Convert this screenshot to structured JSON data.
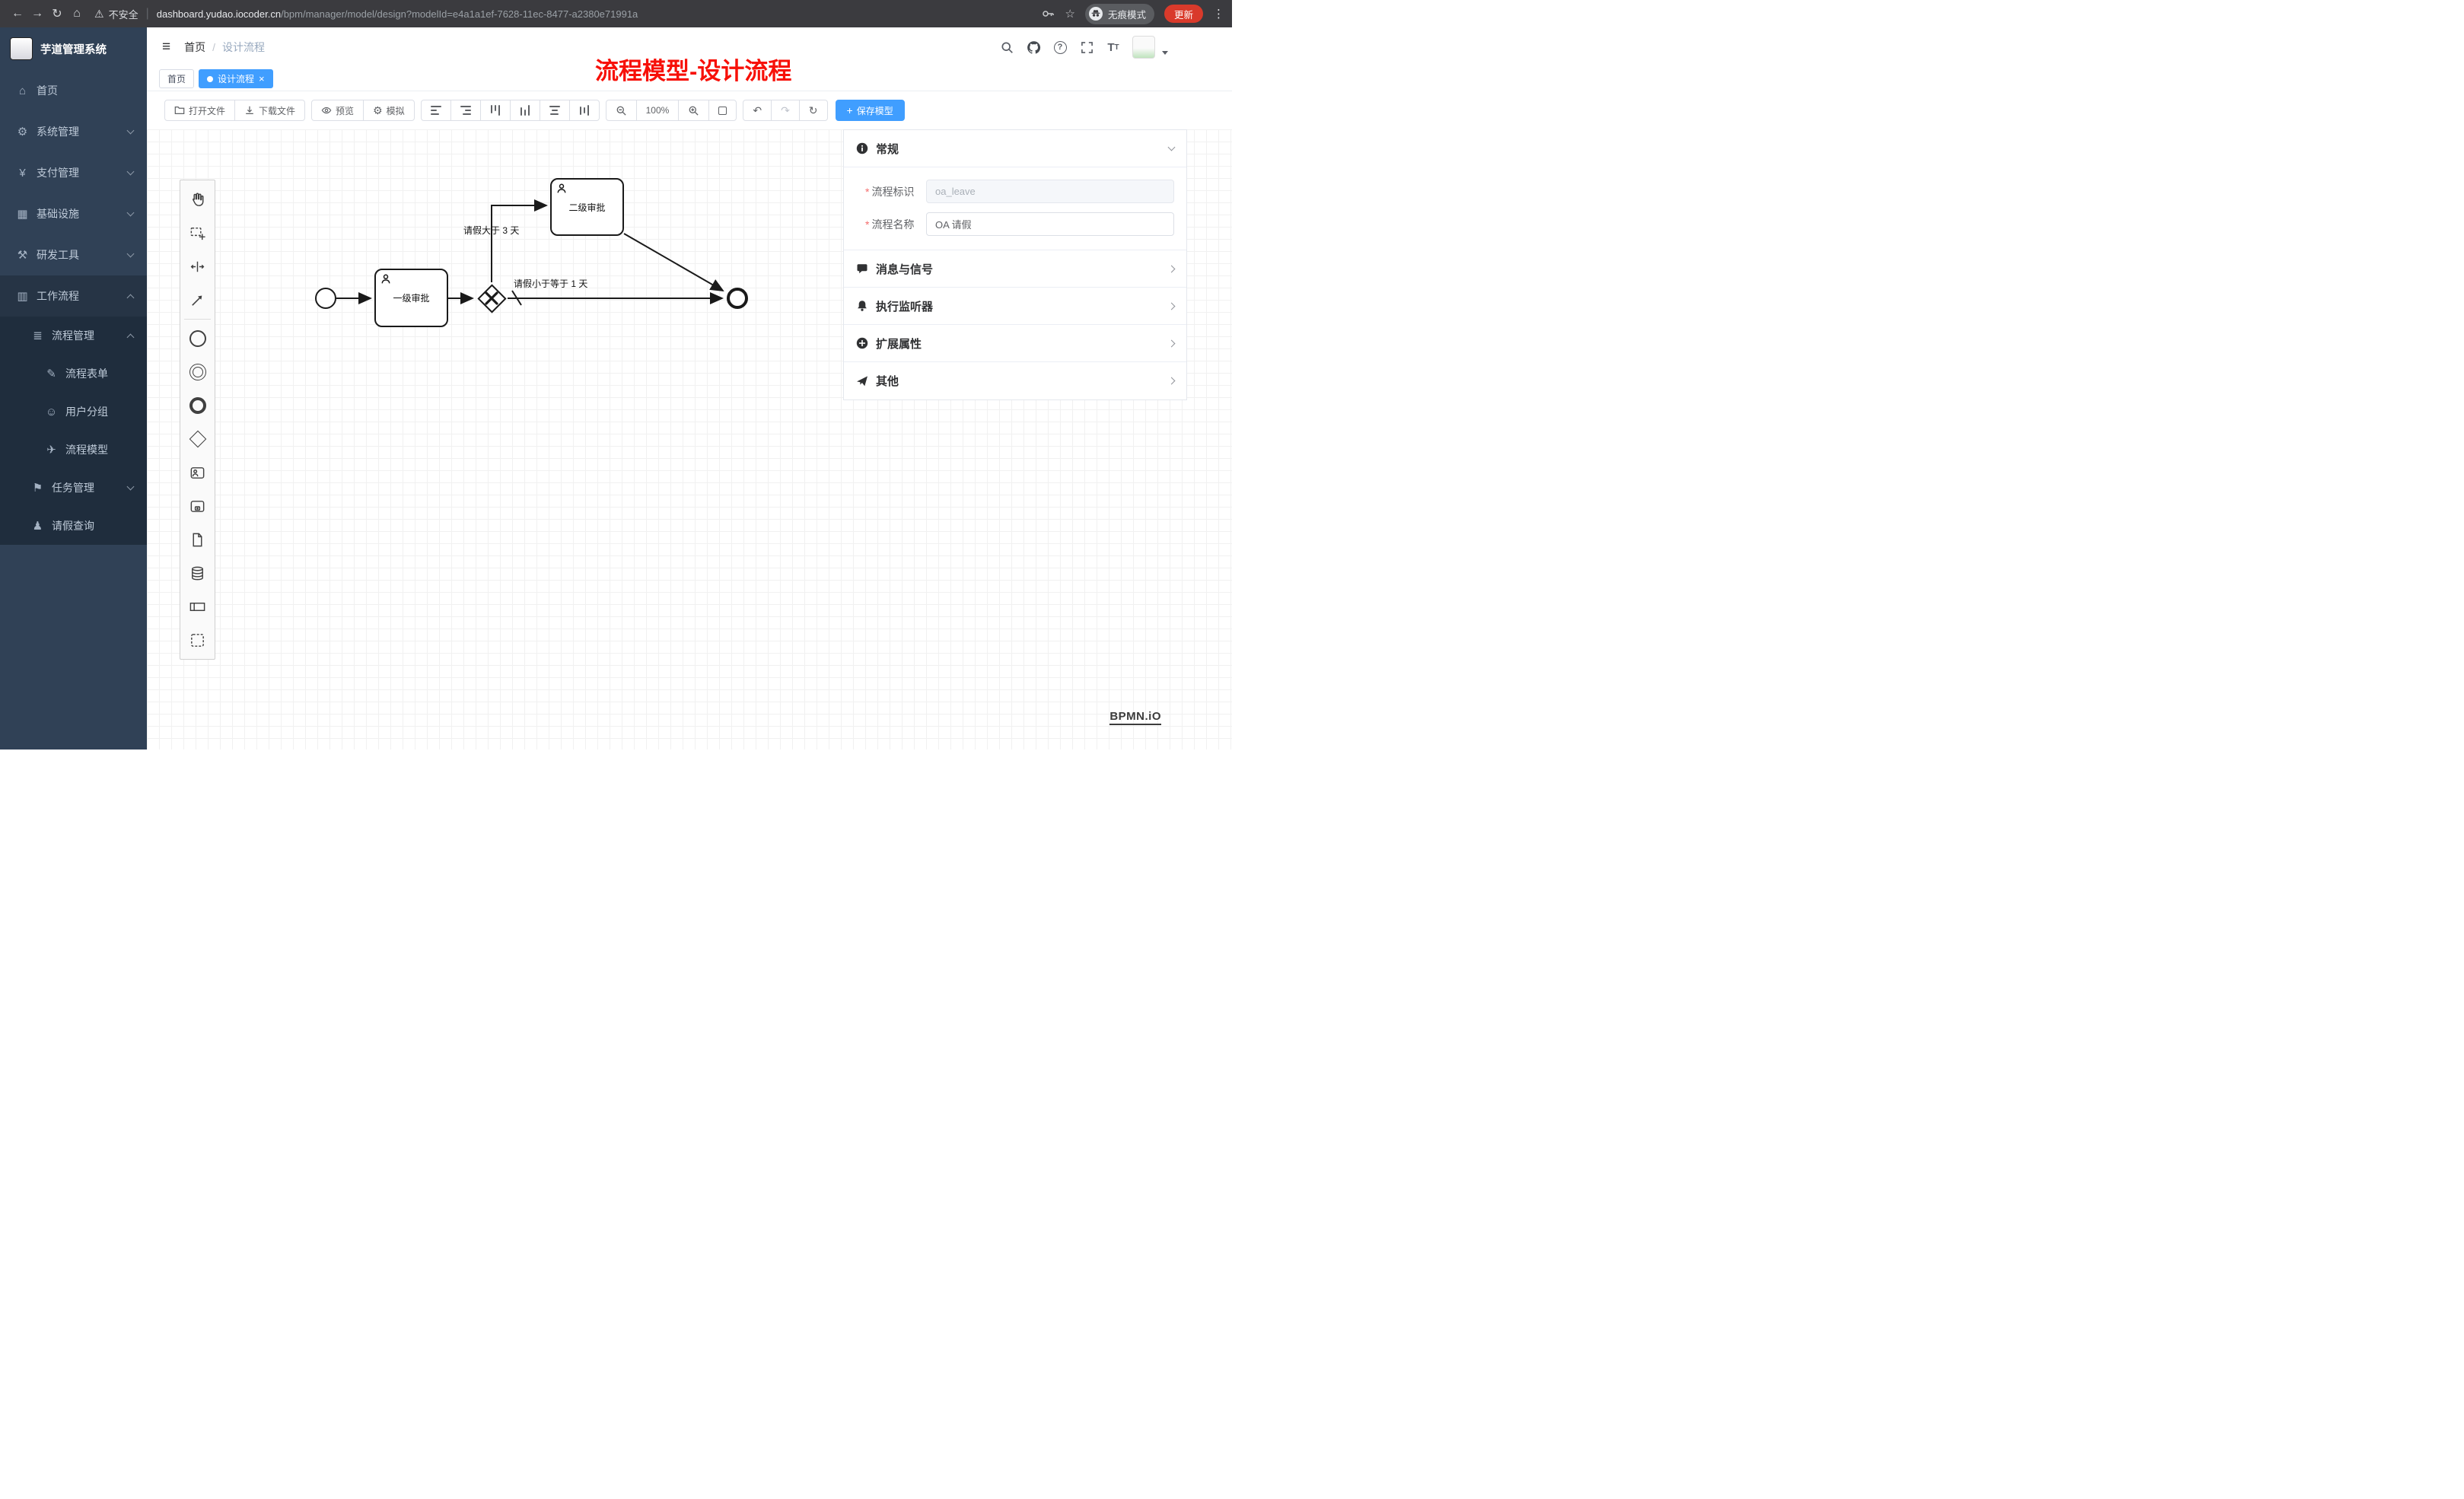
{
  "annotation": "流程模型-设计流程",
  "browser": {
    "security_label": "不安全",
    "url_host": "dashboard.yudao.iocoder.cn",
    "url_path": "/bpm/manager/model/design?modelId=e4a1a1ef-7628-11ec-8477-a2380e71991a",
    "incognito_label": "无痕模式",
    "update_label": "更新"
  },
  "sidebar": {
    "app_title": "芋道管理系统",
    "items": [
      {
        "label": "首页"
      },
      {
        "label": "系统管理"
      },
      {
        "label": "支付管理"
      },
      {
        "label": "基础设施"
      },
      {
        "label": "研发工具"
      },
      {
        "label": "工作流程"
      },
      {
        "label": "流程管理"
      },
      {
        "label": "流程表单"
      },
      {
        "label": "用户分组"
      },
      {
        "label": "流程模型"
      },
      {
        "label": "任务管理"
      },
      {
        "label": "请假查询"
      }
    ]
  },
  "header": {
    "breadcrumb_home": "首页",
    "breadcrumb_current": "设计流程"
  },
  "tabs": [
    {
      "label": "首页"
    },
    {
      "label": "设计流程"
    }
  ],
  "toolbar": {
    "open_file": "打开文件",
    "download_file": "下载文件",
    "preview": "预览",
    "simulate": "模拟",
    "zoom_level": "100%",
    "save_model": "保存模型"
  },
  "diagram": {
    "task1": "一级审批",
    "task2": "二级审批",
    "flow_label_gt": "请假大于 3 天",
    "flow_label_lte": "请假小于等于 1 天"
  },
  "props": {
    "sections": [
      "常规",
      "消息与信号",
      "执行监听器",
      "扩展属性",
      "其他"
    ],
    "required_mark": "*",
    "fields": [
      {
        "label": "流程标识",
        "value": "oa_leave"
      },
      {
        "label": "流程名称",
        "value": "OA 请假"
      }
    ]
  },
  "watermark": "BPMN.iO"
}
